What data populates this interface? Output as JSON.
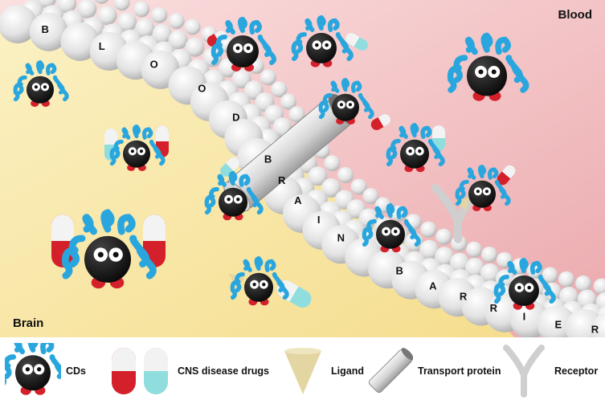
{
  "regions": {
    "blood": "Blood",
    "brain": "Brain"
  },
  "barrier_letters": [
    "B",
    "L",
    "O",
    "O",
    "D",
    "B",
    "R",
    "A",
    "I",
    "N",
    "B",
    "A",
    "R",
    "R",
    "I",
    "E",
    "R"
  ],
  "legend": [
    {
      "icon": "cd-mascot-icon",
      "label": "CDs"
    },
    {
      "icon": "capsule-icon",
      "label": "CNS disease drugs"
    },
    {
      "icon": "ligand-cone-icon",
      "label": "Ligand"
    },
    {
      "icon": "transport-tube-icon",
      "label": "Transport protein"
    },
    {
      "icon": "receptor-y-icon",
      "label": "Receptor"
    }
  ],
  "colors": {
    "blood_bg": "#f2c4c4",
    "brain_bg": "#f7e7a6",
    "cd_hair": "#2aa6de",
    "cd_body": "#111111",
    "capsule_red": "#d4202a",
    "capsule_cyan": "#8fdedd",
    "ligand": "#e3d6a2"
  }
}
